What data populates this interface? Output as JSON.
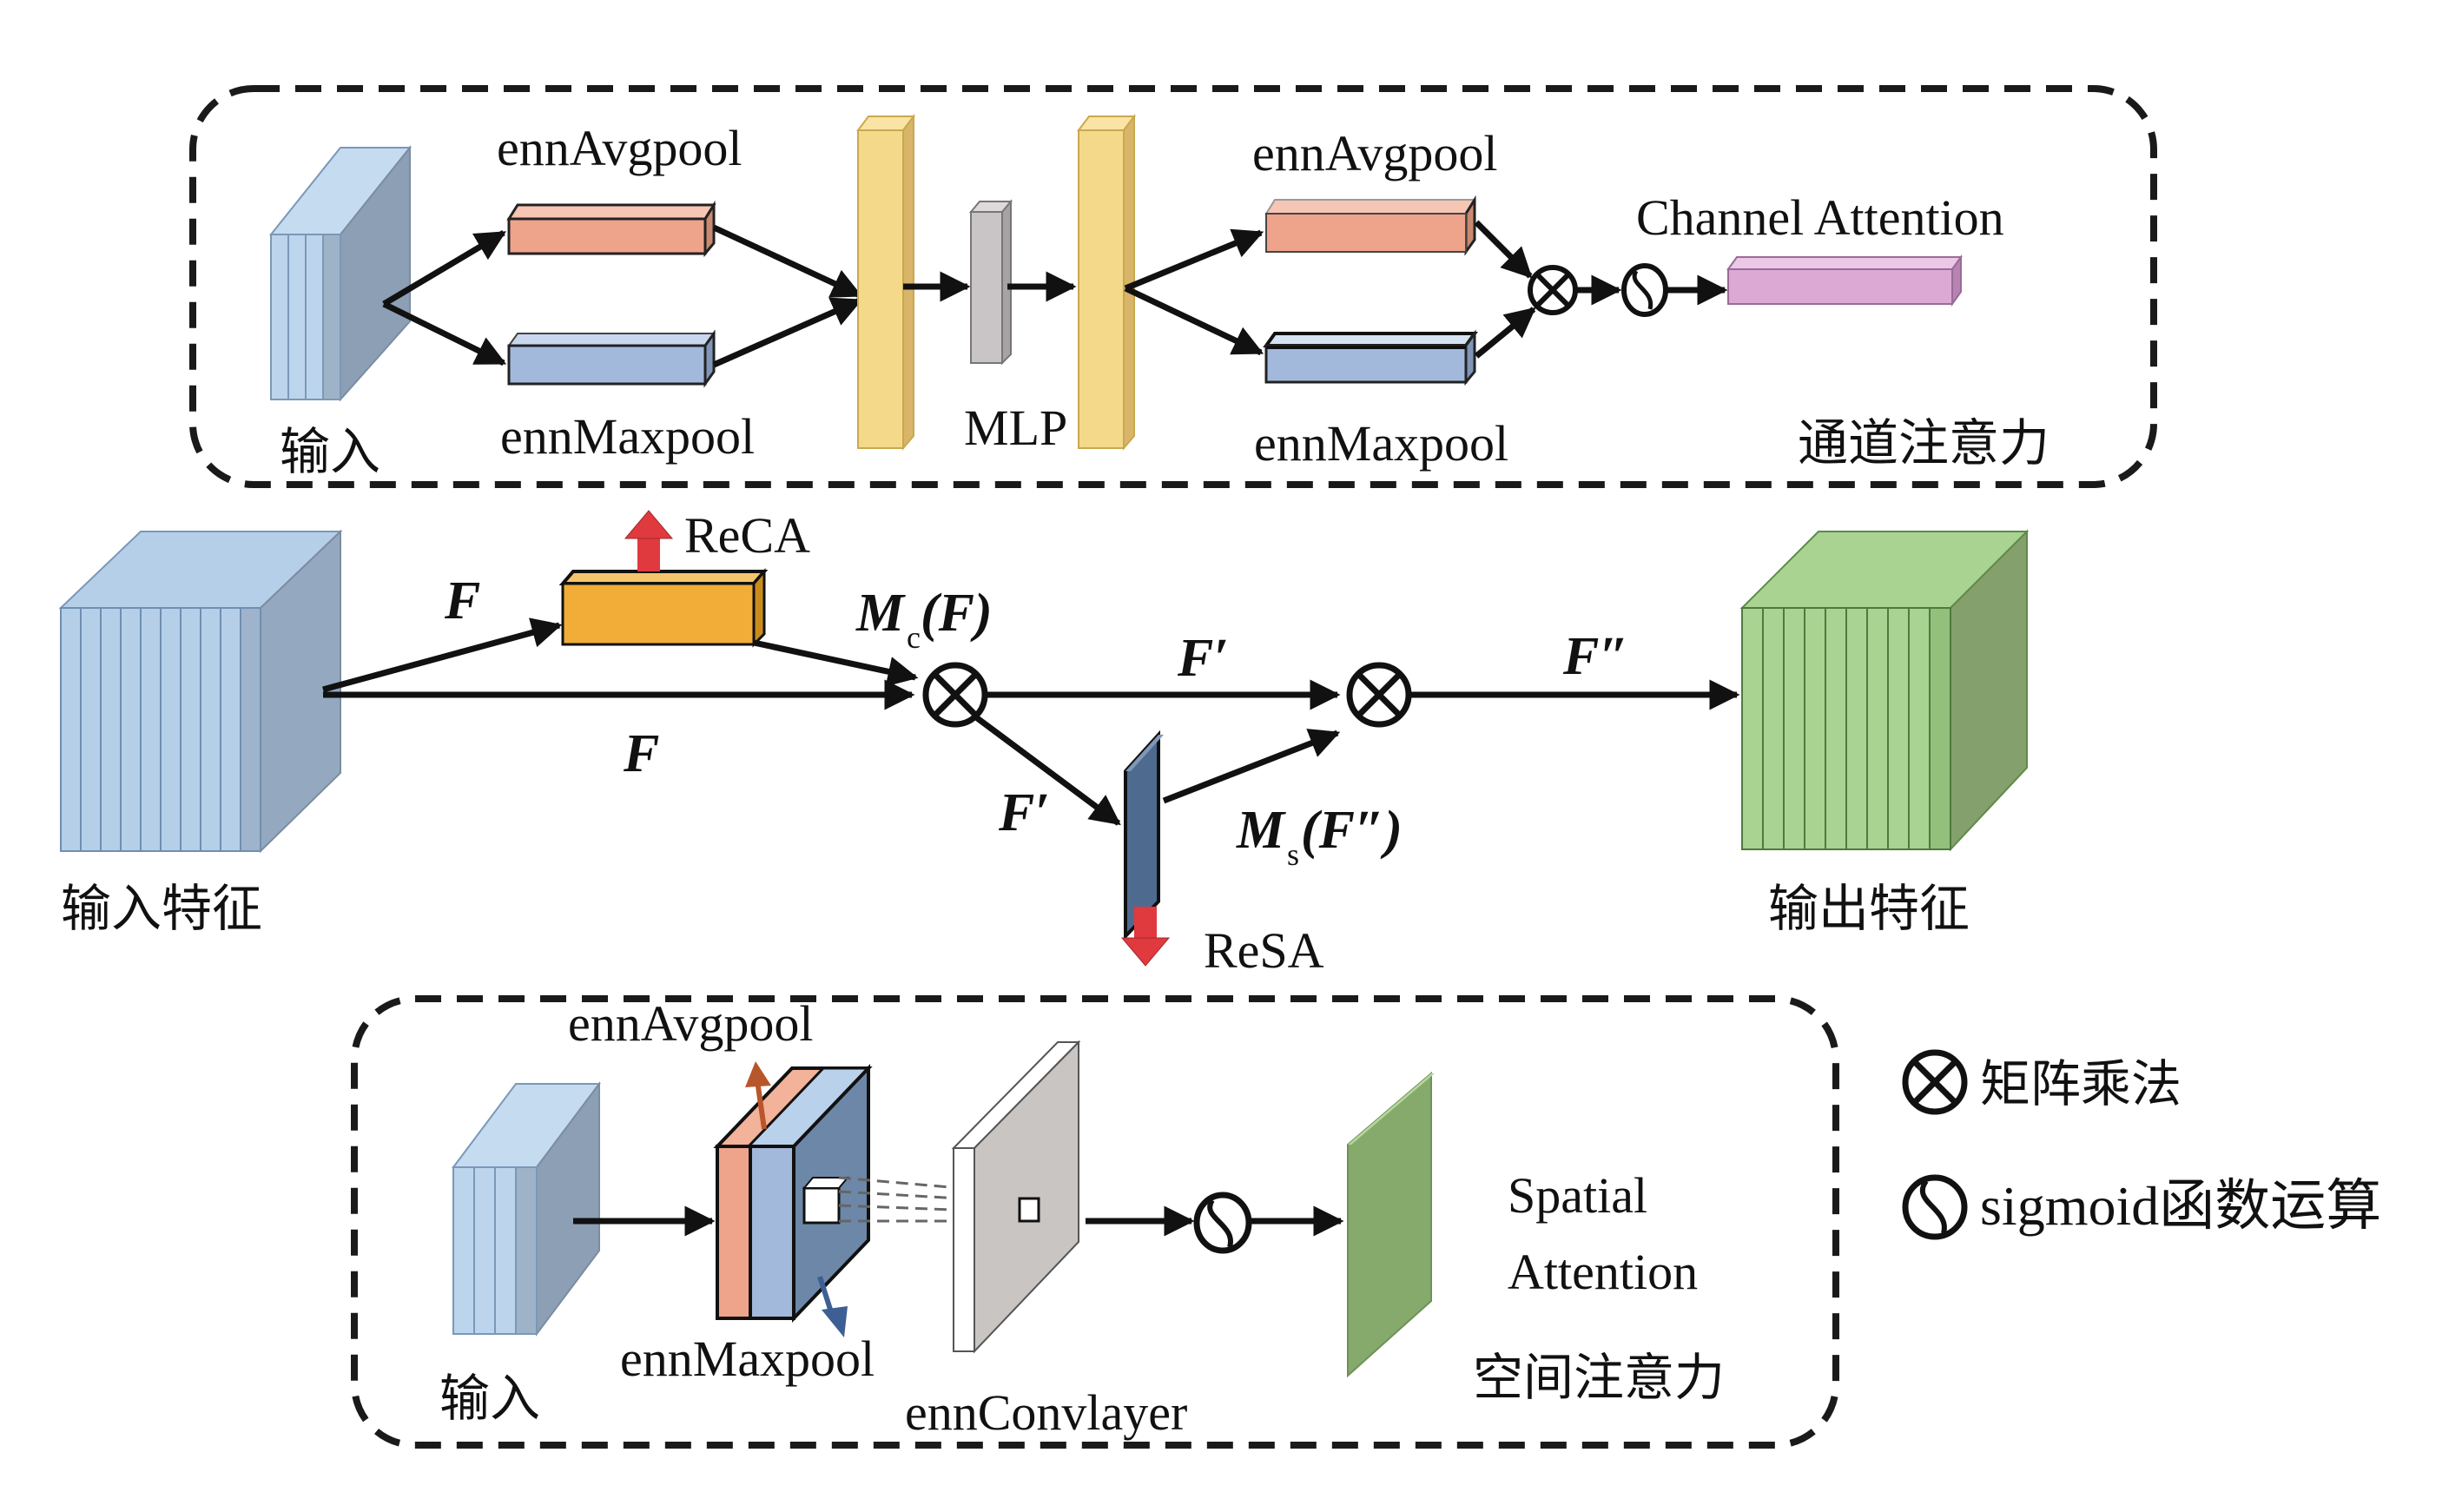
{
  "diagram": {
    "channel_attention_module": {
      "input_label": "输入",
      "avgpool_label_1": "ennAvgpool",
      "maxpool_label_1": "ennMaxpool",
      "mlp_label": "MLP",
      "avgpool_label_2": "ennAvgpool",
      "maxpool_label_2": "ennMaxpool",
      "output_label": "Channel Attention",
      "module_title": "通道注意力"
    },
    "main_flow": {
      "input_label": "输入特征",
      "output_label": "输出特征",
      "reca_label": "ReCA",
      "resa_label": "ReSA",
      "edge_labels": {
        "f_to_ca": "F",
        "f_direct": "F",
        "mc": "M",
        "mc_sub": "c",
        "mc_arg": "(F)",
        "f_prime_top": "F′",
        "f_prime_bottom": "F′",
        "ms": "M",
        "ms_sub": "s",
        "ms_arg": "(F″)",
        "f_double_prime": "F″"
      }
    },
    "spatial_attention_module": {
      "input_label": "输入",
      "avgpool_label": "ennAvgpool",
      "maxpool_label": "ennMaxpool",
      "conv_label": "ennConvlayer",
      "output_label_line1": "Spatial",
      "output_label_line2": "Attention",
      "module_title": "空间注意力"
    },
    "legend": [
      {
        "icon": "circle-times-icon",
        "label": "矩阵乘法"
      },
      {
        "icon": "sigmoid-icon",
        "label": "sigmoid函数运算"
      }
    ],
    "colors": {
      "feature_blue": "#a9c6e3",
      "feature_blue_dark": "#8fa3b8",
      "avgpool_salmon": "#eea48b",
      "maxpool_blue": "#a3b9dc",
      "mlp_yellow": "#f5d98a",
      "mlp_gray": "#c9c4c6",
      "channel_attention_pink": "#dba9d4",
      "reca_orange": "#f1ad37",
      "arrow_red": "#e0393e",
      "spatial_block_dark": "#4f6a8f",
      "output_green": "#9ccb86",
      "output_green_dark": "#84a06c",
      "spatial_green": "#86a96c",
      "conv_gray": "#c9c5c3"
    }
  }
}
